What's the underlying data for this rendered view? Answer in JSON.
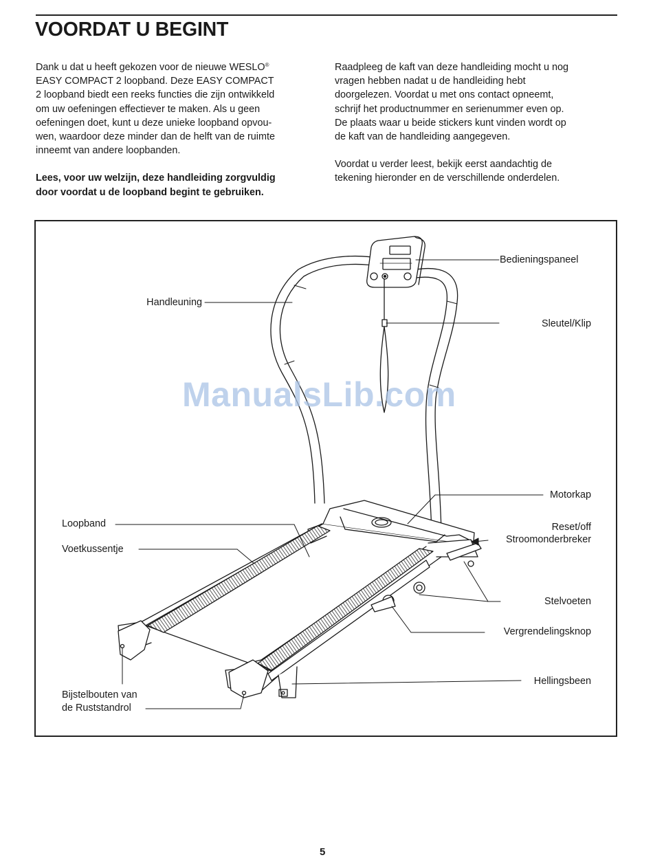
{
  "page": {
    "title": "VOORDAT U BEGINT",
    "page_number": "5"
  },
  "intro": {
    "left": {
      "p1": [
        "Dank u dat u heeft gekozen voor de nieuwe WESLO",
        "EASY COMPACT 2 loopband. Deze EASY COMPACT",
        "2 loopband biedt een reeks functies die zijn ontwikkeld",
        "om uw oefeningen effectiever te maken. Als u geen",
        "oefeningen doet, kunt u deze unieke loopband opvou-",
        "wen, waardoor deze minder dan de helft van de ruimte",
        "inneemt van andere loopbanden."
      ],
      "registered_mark": "®",
      "p2": [
        "Lees, voor uw welzijn, deze handleiding zorgvuldig",
        "door voordat u de loopband begint te gebruiken."
      ]
    },
    "right": {
      "p1": [
        "Raadpleeg de kaft van deze handleiding mocht u nog",
        "vragen hebben nadat u de handleiding hebt",
        "doorgelezen. Voordat u met ons contact opneemt,",
        "schrijf het productnummer en serienummer even op.",
        "De plaats waar u beide stickers kunt vinden wordt op",
        "de kaft van de handleiding aangegeven."
      ],
      "p2": [
        "Voordat u verder leest, bekijk eerst aandachtig de",
        "tekening hieronder en de verschillende onderdelen."
      ]
    }
  },
  "diagram": {
    "labels": {
      "bedieningspaneel": "Bedieningspaneel",
      "handleuning": "Handleuning",
      "sleutel_klip": "Sleutel/Klip",
      "motorkap": "Motorkap",
      "loopband": "Loopband",
      "reset_off": "Reset/off",
      "stroomonderbreker": "Stroomonderbreker",
      "voetkussentje": "Voetkussentje",
      "stelvoeten": "Stelvoeten",
      "vergrendelingsknop": "Vergrendelingsknop",
      "hellingsbeen": "Hellingsbeen",
      "bijstelbouten_1": "Bijstelbouten van",
      "bijstelbouten_2": "de Ruststandrol"
    },
    "watermark": "ManualsLib.com"
  }
}
